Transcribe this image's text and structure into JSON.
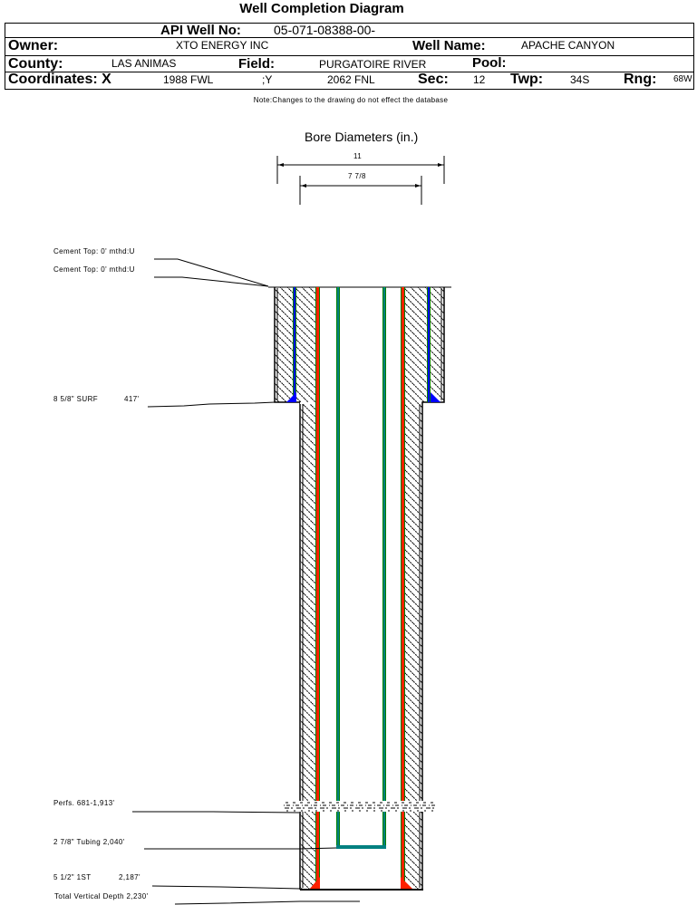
{
  "document": {
    "title": "Well Completion Diagram",
    "note": "Note:Changes to the drawing do not effect the database"
  },
  "header": {
    "api_label": "API Well No:",
    "api_value": "05-071-08388-00-",
    "owner_label": "Owner:",
    "owner_value": "XTO ENERGY INC",
    "well_name_label": "Well Name:",
    "well_name_value": "APACHE CANYON",
    "county_label": "County:",
    "county_value": "LAS ANIMAS",
    "field_label": "Field:",
    "field_value": "PURGATOIRE RIVER",
    "pool_label": "Pool:",
    "pool_value": "",
    "coord_label": "Coordinates: X",
    "coord_x_value": "1988 FWL",
    "coord_y_sep": ";Y",
    "coord_y_value": "2062 FNL",
    "sec_label": "Sec:",
    "sec_value": "12",
    "twp_label": "Twp:",
    "twp_value": "34S",
    "rng_label": "Rng:",
    "rng_value": "68W"
  },
  "bore_diameters": {
    "title": "Bore Diameters (in.)",
    "outer": "11",
    "inner": "7 7/8"
  },
  "annotations": {
    "cement_top_1": "Cement Top: 0' mthd:U",
    "cement_top_2": "Cement Top: 0' mthd:U",
    "surface_casing": "8 5/8\" SURF",
    "surface_casing_depth": "417'",
    "perfs": "Perfs. 681-1,913'",
    "tubing": "2 7/8\" Tubing 2,040'",
    "production_casing": "5 1/2\" 1ST",
    "production_casing_depth": "2,187'",
    "total_depth": "Total Vertical Depth 2,230'"
  },
  "colors": {
    "surface_casing": "#0000ff",
    "casing_edge": "#008000",
    "production_casing": "#ff2000",
    "tubing": "#008080",
    "cement_fill": "#0000ff"
  }
}
